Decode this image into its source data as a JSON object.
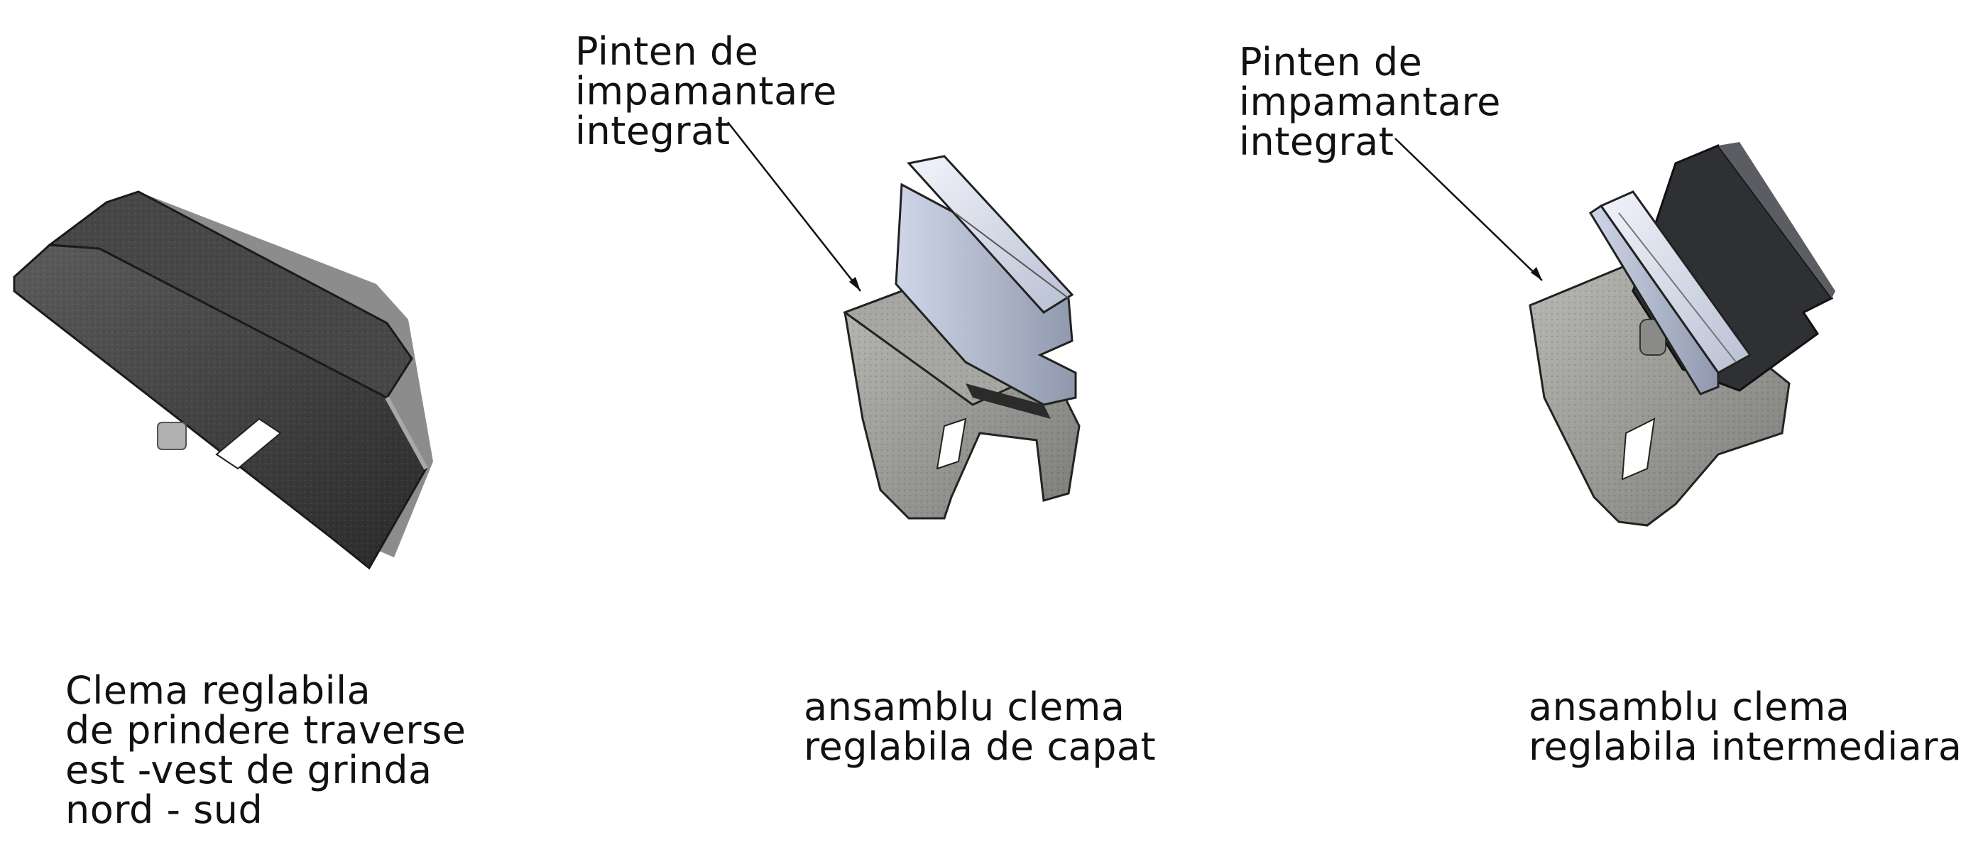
{
  "callouts": {
    "end": [
      "Pinten de",
      "impamantare",
      "integrat"
    ],
    "mid": [
      "Pinten de",
      "impamantare",
      "integrat"
    ]
  },
  "captions": {
    "left": [
      "Clema reglabila",
      "de prindere traverse",
      "est -vest de grinda",
      "nord - sud"
    ],
    "center": [
      "ansamblu clema",
      "reglabila de capat"
    ],
    "right": [
      "ansamblu clema",
      "reglabila intermediara"
    ]
  }
}
